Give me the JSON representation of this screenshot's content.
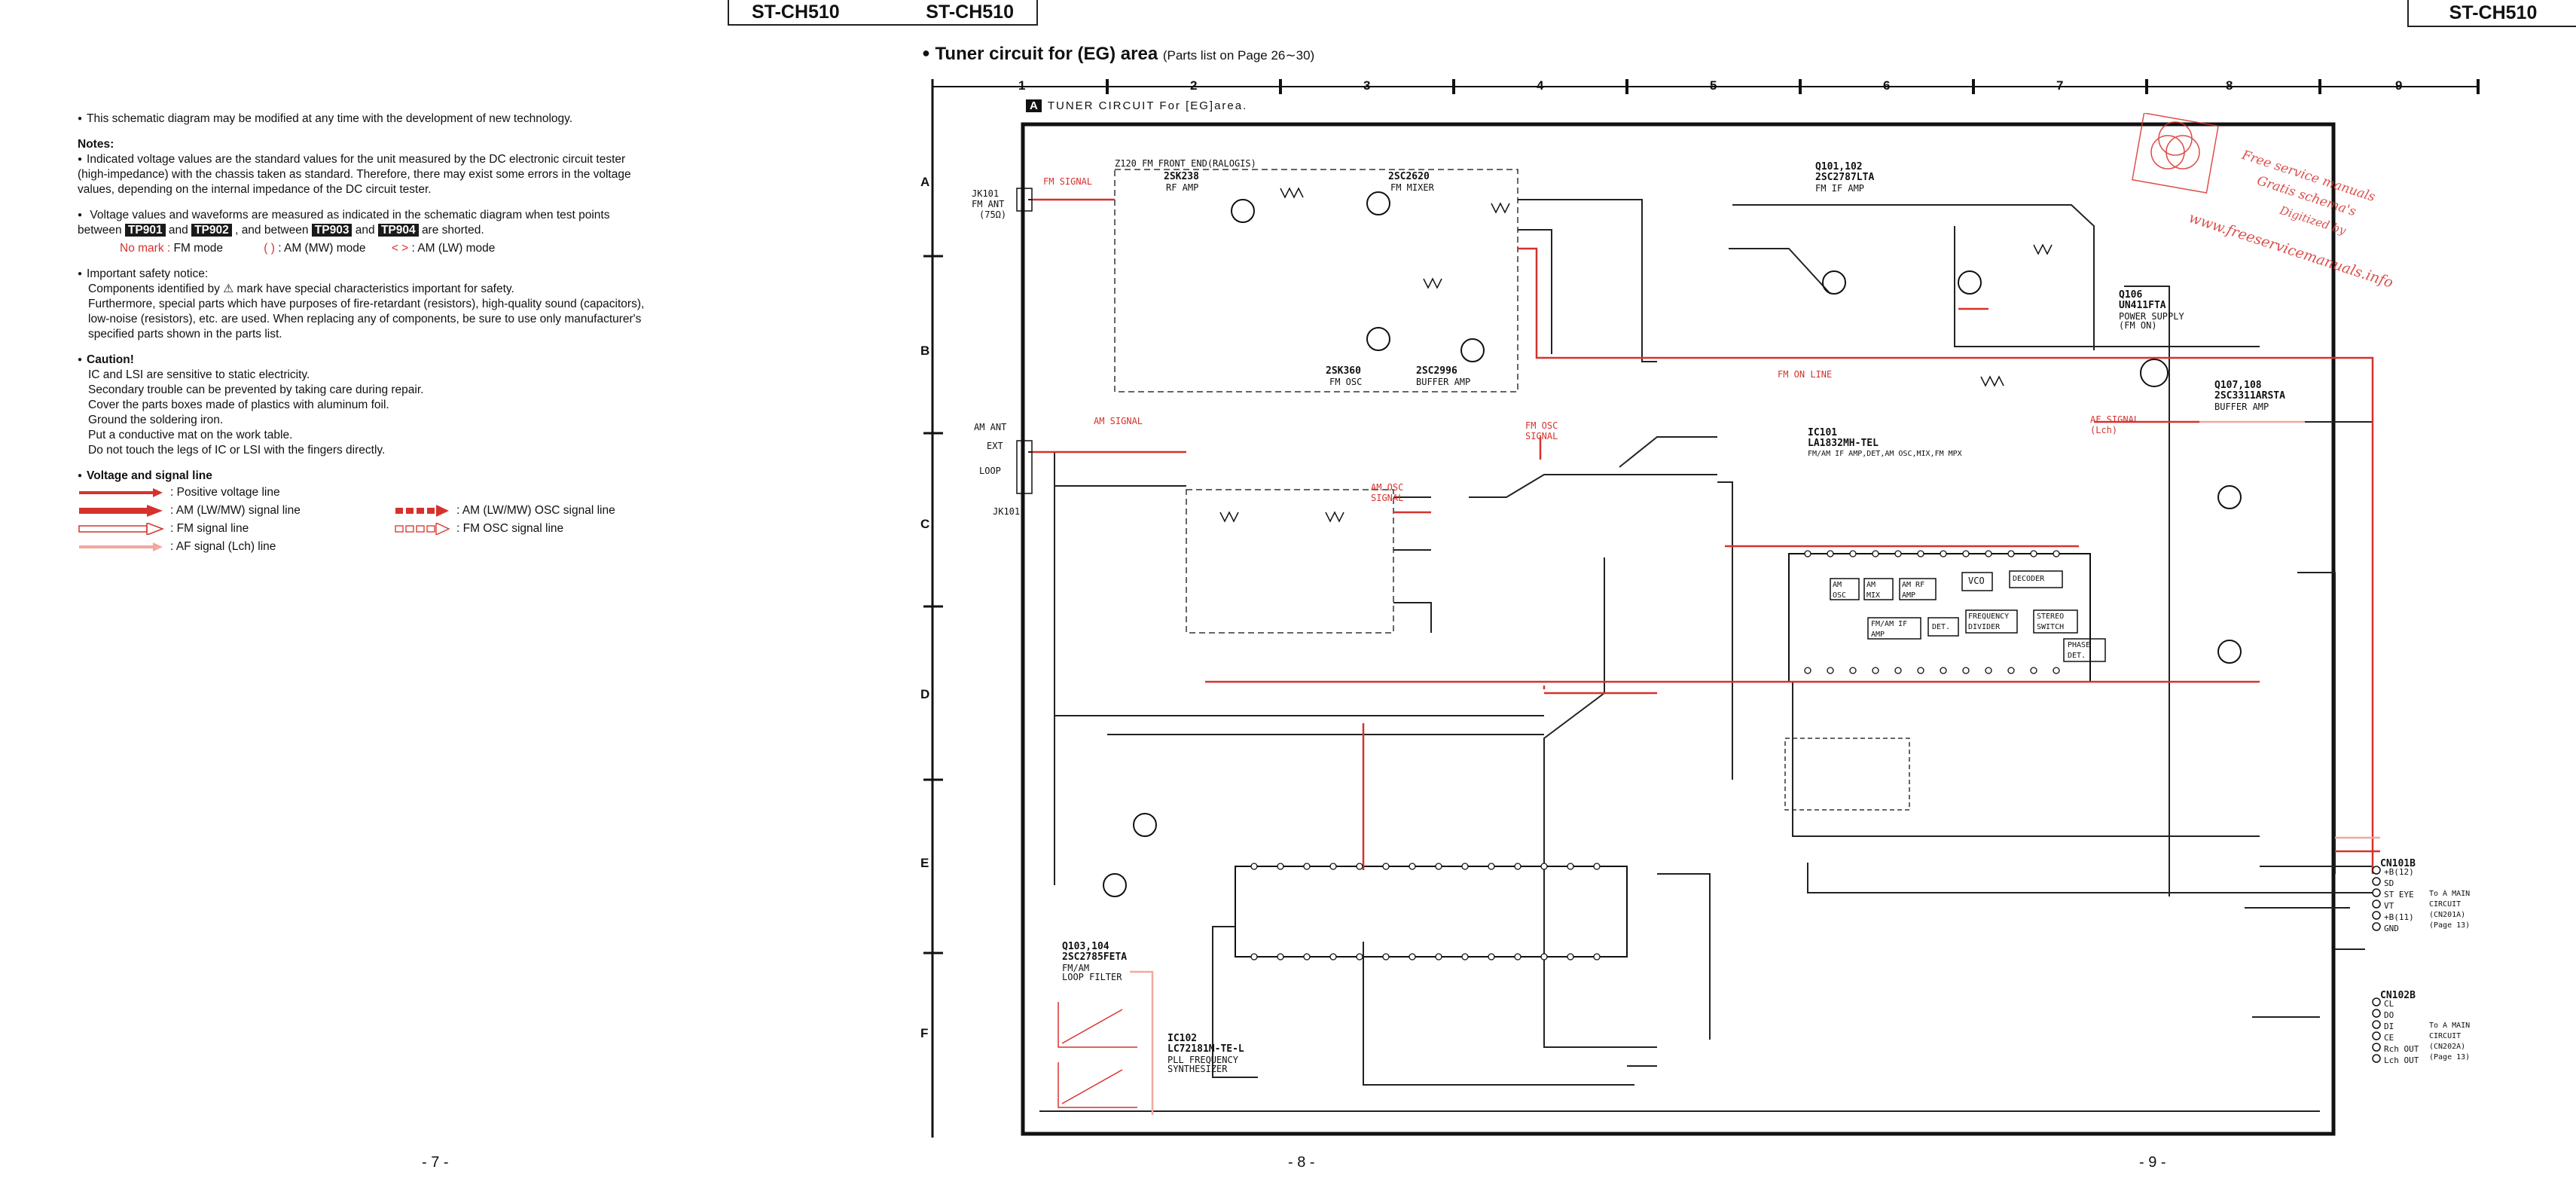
{
  "model": "ST-CH510",
  "pages": {
    "left": "- 7 -",
    "center": "- 8 -",
    "right": "- 9 -"
  },
  "notes": {
    "modify": "This schematic diagram may be modified at any time with the development of new technology.",
    "notes_title": "Notes:",
    "voltage_values": "Indicated voltage values are the standard values for the unit measured by the DC electronic circuit tester (high-impedance) with the chassis taken as standard. Therefore, there may exist some errors in the voltage values, depending on the internal impedance of the DC circuit tester.",
    "measure_pre": "Voltage values and waveforms are measured as indicated in the schematic diagram when test points between",
    "tp901": "TP901",
    "and1": "and",
    "tp902": "TP902",
    "mid": ", and between",
    "tp903": "TP903",
    "and2": "and",
    "tp904": "TP904",
    "shorted": "are shorted.",
    "mode_nomark": "No mark :",
    "mode_fm": "FM mode",
    "mode_paren": "(      )",
    "mode_am": ": AM (MW) mode",
    "mode_angle": "<    >",
    "mode_lw": ": AM (LW) mode",
    "safety_title": "Important safety notice:",
    "safety_1": "Components identified by ⚠ mark have special characteristics important for safety.",
    "safety_2": "Furthermore, special parts which have purposes of fire-retardant (resistors), high-quality sound (capacitors), low-noise (resistors), etc. are used. When replacing any of components, be sure to use only manufacturer's specified parts shown in the parts list.",
    "caution_title": "Caution!",
    "caution_1": "IC and LSI are sensitive to static electricity.",
    "caution_2": "Secondary trouble can be prevented by taking care during repair.",
    "caution_3": "Cover the parts boxes made of plastics with aluminum foil.",
    "caution_4": "Ground the soldering iron.",
    "caution_5": "Put a conductive mat on the work table.",
    "caution_6": "Do not touch the legs of IC or LSI with the fingers directly.",
    "legend_title": "Voltage and signal line",
    "legend_positive": ": Positive voltage line",
    "legend_am": ": AM (LW/MW) signal line",
    "legend_fm": ": FM signal line",
    "legend_af": ": AF signal (Lch) line",
    "legend_am_osc": ": AM (LW/MW) OSC signal line",
    "legend_fm_osc": ": FM OSC signal line",
    "colors": {
      "signal_red": "#d6322d",
      "af_pink": "#f2a8a0"
    }
  },
  "heading": {
    "title": "Tuner circuit for (EG) area",
    "sub": "(Parts list on Page 26∼30)"
  },
  "ruler": [
    "1",
    "2",
    "3",
    "4",
    "5",
    "6",
    "7",
    "8",
    "9"
  ],
  "rows": [
    "A",
    "B",
    "C",
    "D",
    "E",
    "F"
  ],
  "schematic": {
    "box_letter": "A",
    "title": "TUNER CIRCUIT For [EG]area.",
    "z120": "Z120 FM FRONT END(RALOGIS)",
    "q_2sk238": "2SK238",
    "q_2sk238_desc": "RF AMP",
    "q_2sc2620": "2SC2620",
    "q_2sc2620_desc": "FM MIXER",
    "q_2sk360": "2SK360",
    "q_2sk360_desc": "FM OSC",
    "q_2sc2996": "2SC2996",
    "q_2sc2996_desc": "BUFFER AMP",
    "q101": "Q101,102",
    "q101_part": "2SC2787LTA",
    "q101_desc": "FM IF AMP",
    "q106": "Q106",
    "q106_part": "UN411FTA",
    "q106_desc1": "POWER SUPPLY",
    "q106_desc2": "(FM ON)",
    "q107": "Q107,108",
    "q107_part": "2SC3311ARSTA",
    "q107_desc": "BUFFER AMP",
    "ic101": "IC101",
    "ic101_part": "LA1832MH-TEL",
    "ic101_desc": "FM/AM IF AMP,DET,AM OSC,MIX,FM MPX",
    "ic102": "IC102",
    "ic102_part": "LC72181M-TE-L",
    "ic102_desc1": "PLL FREQUENCY",
    "ic102_desc2": "SYNTHESIZER",
    "q103": "Q103,104",
    "q103_part": "2SC2785FETA",
    "q103_desc1": "FM/AM",
    "q103_desc2": "LOOP FILTER",
    "fm_signal": "FM SIGNAL",
    "am_signal": "AM SIGNAL",
    "am_osc": "AM OSC SIGNAL",
    "fm_osc": "FM OSC SIGNAL",
    "af_signal": "AF SIGNAL (Lch)",
    "fm_line": "FM ON LINE",
    "jk101": "JK101",
    "fm_ant": "FM ANT",
    "ohm": "(75Ω)",
    "am_ant": "AM ANT",
    "ext": "EXT",
    "loop": "LOOP",
    "jk101b": "JK101",
    "blk_vco": "VCO",
    "blk_decoder": "DECODER",
    "blk_freq": "FREQUENCY DIVIDER",
    "blk_stereo": "STEREO SWITCH",
    "blk_fmam": "FM/AM IF AMP",
    "blk_det": "DET.",
    "blk_phase": "PHASE DET.",
    "blk_amosc": "AM OSC",
    "blk_ammix": "AM MIX",
    "blk_amrf": "AM RF AMP",
    "cn101b": "CN101B",
    "cn101b_pins": [
      "+B(12)",
      "SD",
      "ST EYE",
      "VT",
      "+B(11)",
      "GND"
    ],
    "cn101b_to": "To A MAIN CIRCUIT (CN201A) (Page 13)",
    "cn102b": "CN102B",
    "cn102b_pins": [
      "CL",
      "DO",
      "DI",
      "CE",
      "Rch OUT",
      "Lch OUT"
    ],
    "cn102b_to": "To A MAIN CIRCUIT (CN202A) (Page 13)"
  },
  "watermark": {
    "l1": "Free service manuals",
    "l2": "Gratis schema's",
    "l3": "Digitized by",
    "l4": "www.freeservicemanuals.info"
  }
}
